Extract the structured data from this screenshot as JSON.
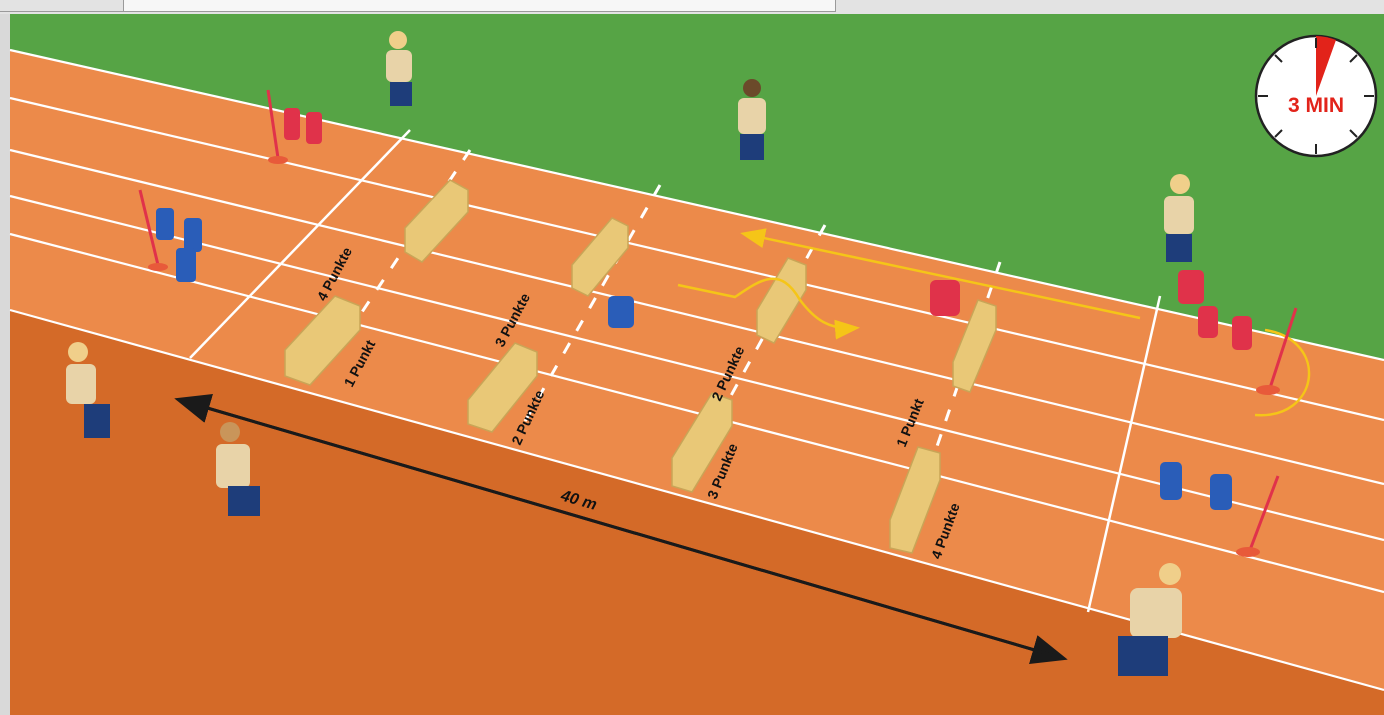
{
  "diagram": {
    "timer": {
      "label": "3 MIN",
      "minutes": 3,
      "accent": "#e2231a"
    },
    "distance_label": "40 m",
    "zone_labels": [
      "4 Punkte",
      "1 Punkt",
      "3 Punkte",
      "2 Punkte",
      "2 Punkte",
      "3 Punkte",
      "1 Punkt",
      "4 Punkte"
    ],
    "colors": {
      "grass": "#56a445",
      "track": "#ec8a4a",
      "infield": "#d86a2a",
      "lines": "#ffffff",
      "boxes": "#e9c877",
      "team_red": "#e0324a",
      "team_blue": "#2a5db8",
      "path": "#f5c518"
    }
  }
}
